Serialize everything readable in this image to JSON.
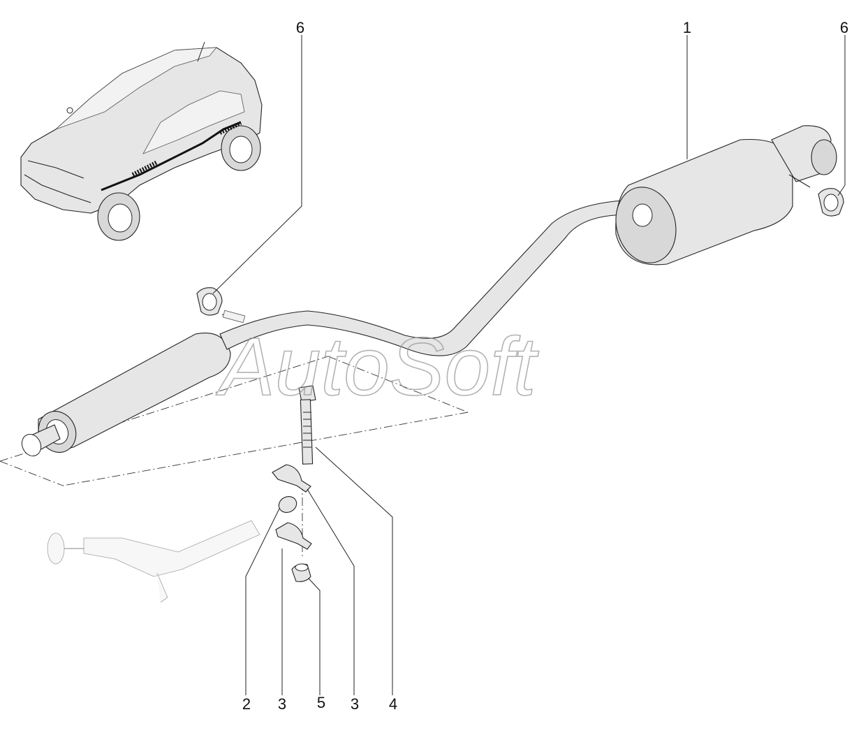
{
  "watermark": "AutoSoft",
  "callouts": [
    {
      "id": "callout-1-muffler",
      "number": "1"
    },
    {
      "id": "callout-2-washer",
      "number": "2"
    },
    {
      "id": "callout-3-lower-clamp",
      "number": "3"
    },
    {
      "id": "callout-5-nut",
      "number": "5"
    },
    {
      "id": "callout-3-upper-clamp",
      "number": "3"
    },
    {
      "id": "callout-4-bolt",
      "number": "4"
    },
    {
      "id": "callout-6-left-hanger",
      "number": "6"
    },
    {
      "id": "callout-6-right-hanger",
      "number": "6"
    }
  ],
  "colors": {
    "line": "#222222",
    "fill": "#e6e6e6",
    "watermark": "#9a9a9a"
  }
}
